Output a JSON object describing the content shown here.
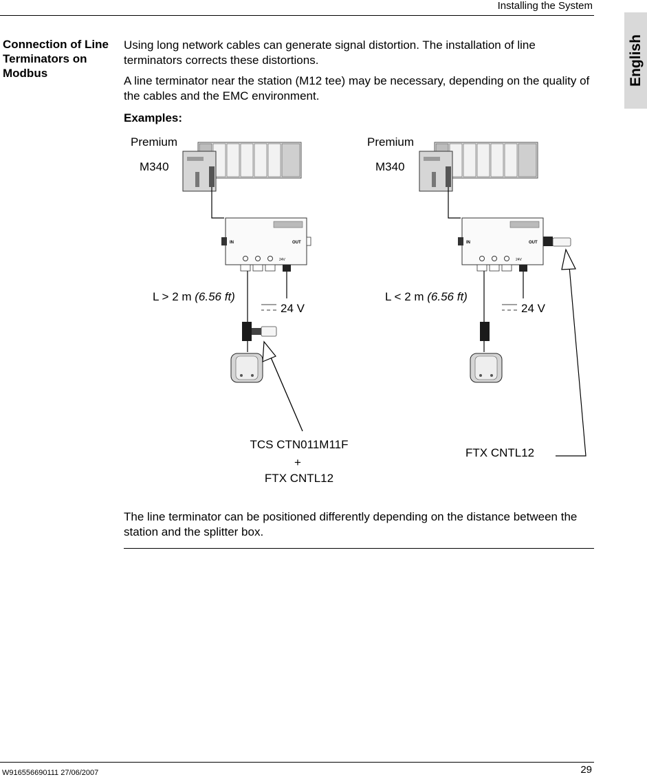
{
  "header": {
    "title": "Installing the System"
  },
  "side_tab": {
    "label": "English"
  },
  "section": {
    "heading": "Connection of Line Terminators on Modbus"
  },
  "paragraphs": {
    "p1": "Using long network cables can generate signal distortion. The installation of line terminators corrects these distortions.",
    "p2": "A line terminator near the station (M12 tee) may be necessary, depending on the quality of the cables and the EMC environment.",
    "examples": "Examples:",
    "p4": "The line terminator can be positioned differently depending on the distance between the station and the splitter box."
  },
  "diagram": {
    "left": {
      "premium": "Premium",
      "m340": "M340",
      "length_prefix": "L > 2 m ",
      "length_ft": "(6.56 ft)",
      "voltage": "24 V",
      "part_line1": "TCS CTN011M11F",
      "part_plus": "+",
      "part_line2": "FTX CNTL12"
    },
    "right": {
      "premium": "Premium",
      "m340": "M340",
      "length_prefix": "L < 2 m ",
      "length_ft": "(6.56 ft)",
      "voltage": "24 V",
      "part": "FTX CNTL12"
    },
    "box_labels": {
      "in": "IN",
      "out": "OUT",
      "v": "24V"
    }
  },
  "footer": {
    "doc_ref": "W916556690111 27/06/2007",
    "page": "29"
  }
}
